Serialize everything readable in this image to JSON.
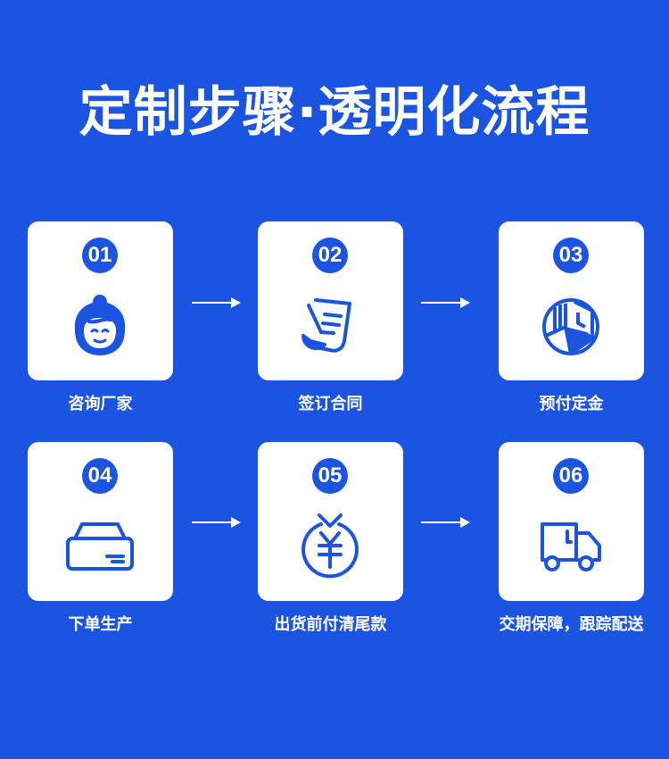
{
  "title": "定制步骤·透明化流程",
  "colors": {
    "background": "#1b54e0",
    "card": "#ffffff",
    "accent": "#1b54e0"
  },
  "steps": [
    {
      "number": "01",
      "label": "咨询厂家",
      "icon": "customer-service-icon"
    },
    {
      "number": "02",
      "label": "签订合同",
      "icon": "contract-icon"
    },
    {
      "number": "03",
      "label": "预付定金",
      "icon": "deposit-icon"
    },
    {
      "number": "04",
      "label": "下单生产",
      "icon": "box-icon"
    },
    {
      "number": "05",
      "label": "出货前付清尾款",
      "icon": "yuan-icon"
    },
    {
      "number": "06",
      "label": "交期保障，跟踪配送",
      "icon": "truck-icon"
    }
  ]
}
